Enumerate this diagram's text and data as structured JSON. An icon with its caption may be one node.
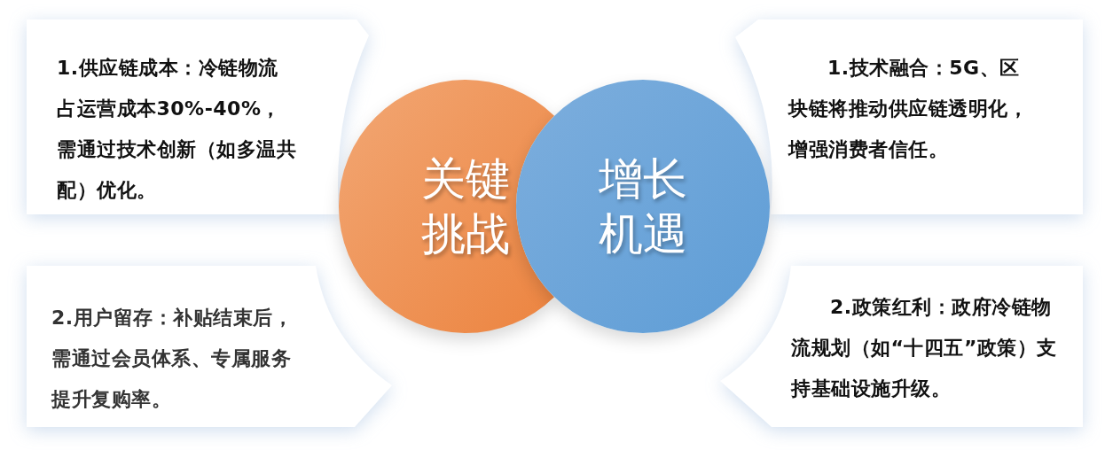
{
  "diagram": {
    "nodes": [
      {
        "text": [
          "1.供应链成本：冷链物流占运营成本30%-40%，需通过技术创新（如多温共配）优化。"
        ]
      },
      {
        "text": [
          "1.技术融合：5G、区块链将推动供应链透明化，增强消费者信任。"
        ]
      },
      {
        "text": [
          "2.用户留存：补贴结束后，需通过会员体系、专属服务提升复购率。"
        ]
      },
      {
        "text": [
          "2.政策红利：政府冷链物流规划（如“十四五”政策）支持基础设施升级。"
        ]
      },
      {
        "text": [
          "关键挑战"
        ]
      },
      {
        "text": [
          "增长机遇"
        ]
      }
    ]
  }
}
